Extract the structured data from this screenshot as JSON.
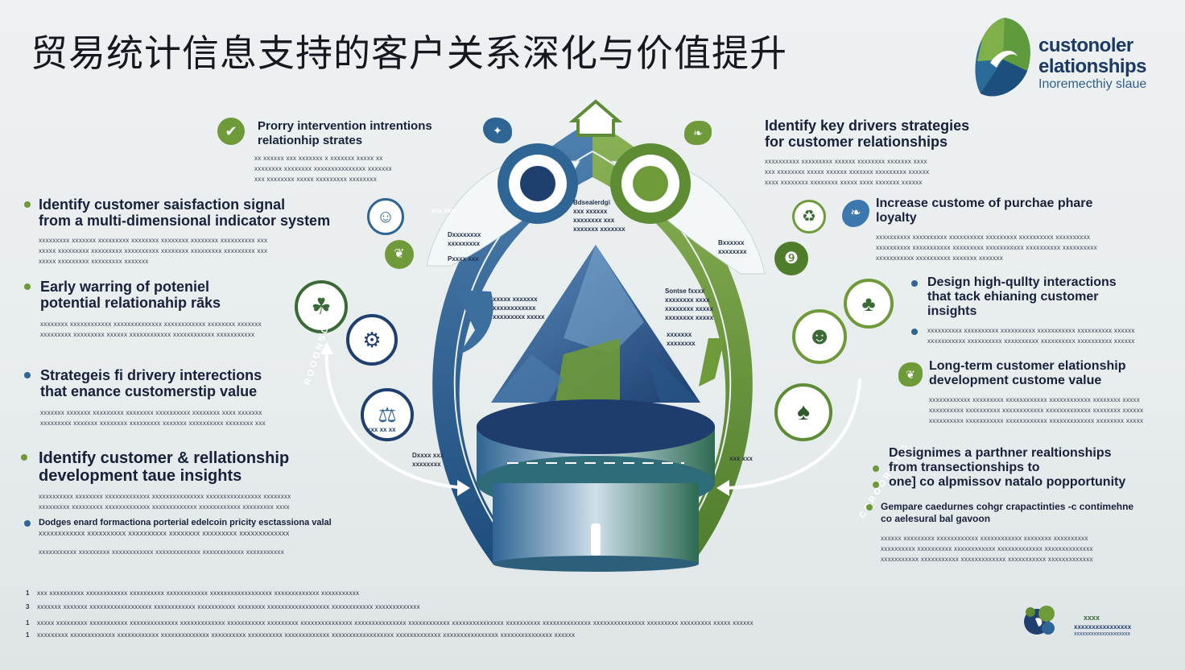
{
  "title": "贸易统计信息支持的客户关系深化与价值提升",
  "brand": {
    "name_line1": "custonoler",
    "name_line2": "elationships",
    "tagline": "Inoremecthiy slaue"
  },
  "top_left": {
    "heading_line1": "Prorry intervention intrentions",
    "heading_line2": "relationhip strates",
    "sub": [
      "xx xxxxxx xxx xxxxxxx x xxxxxxx xxxxx xx",
      "xxxxxxxx xxxxxxxx xxxxxxxxxxxxxxx xxxxxxx",
      "xxx xxxxxxxx xxxxx xxxxxxxxx xxxxxxxx"
    ]
  },
  "top_right": {
    "heading_line1": "Identify key drivers strategies",
    "heading_line2": "for customer relationships",
    "sub": [
      "xxxxxxxxxx xxxxxxxxx xxxxxx xxxxxxxx xxxxxxx xxxx",
      "xxx xxxxxxxx xxxxx xxxxxx xxxxxxx xxxxxxxxx xxxxxx",
      "xxxx xxxxxxxx xxxxxxxx xxxxx xxxx xxxxxxx xxxxxx"
    ]
  },
  "left_items": [
    {
      "line1": "Identify customer saisfaction signal",
      "line2": "from  a multi-dimensional indicator system",
      "sub": [
        "xxxxxxxxx xxxxxxx xxxxxxxxx xxxxxxxx xxxxxxxx xxxxxxxx xxxxxxxxxx xxx",
        "xxxxx xxxxxxxxx xxxxxxxxx xxxxxxxxxx xxxxxxxx xxxxxxxxx xxxxxxxxx xxx",
        "xxxxx xxxxxxxxx xxxxxxxxx xxxxxxx"
      ]
    },
    {
      "line1": "Early warring of poteniel",
      "line2": "potential relationahip rāks",
      "sub": [
        "xxxxxxxx xxxxxxxxxxxx xxxxxxxxxxxxxx xxxxxxxxxxxx xxxxxxxx xxxxxxx",
        "xxxxxxxxx xxxxxxxxx xxxxxx xxxxxxxxxxxx xxxxxxxxxxxx xxxxxxxxxxx"
      ]
    },
    {
      "line1": "Strategeis fi drivery interections",
      "line2": "that enance customerstip value",
      "sub": [
        "xxxxxxx xxxxxxx xxxxxxxxx xxxxxxxx xxxxxxxxxx xxxxxxxx xxxx xxxxxxx",
        "xxxxxxxxx xxxxxxx xxxxxxxx xxxxxxxxx xxxxxxx xxxxxxxxxx xxxxxxxx xxx"
      ]
    },
    {
      "line1": "Identify customer & rellationship",
      "line2": "development taue insights",
      "sub": [
        "xxxxxxxxxx xxxxxxxx xxxxxxxxxxxxx xxxxxxxxxxxxxxx xxxxxxxxxxxxxxxx xxxxxxxx",
        "xxxxxxxxx xxxxxxxxx xxxxxxxxxxxxx xxxxxxxxxxxxx xxxxxxxxxxxx xxxxxxxxx xxxx"
      ]
    },
    {
      "line1": "Dodges enard formactiona porterial edelcoin pricity esctassiona valal",
      "line2": "xxxxxxxxxxxx  xxxxxxxxxx xxxxxxxxxx xxxxxxxx xxxxxxxxx xxxxxxxxxxxxx",
      "sub": [
        "xxxxxxxxxxx xxxxxxxxx xxxxxxxxxxxx xxxxxxxxxxxxx xxxxxxxxxxxx xxxxxxxxxxx"
      ]
    }
  ],
  "right_items": [
    {
      "line1": "Increase custome of purchae phare",
      "line2": "loyalty",
      "sub": [
        "xxxxxxxxxx xxxxxxxxxx xxxxxxxxxx xxxxxxxxx xxxxxxxxxx xxxxxxxxxx",
        "xxxxxxxxxx xxxxxxxxxxx xxxxxxxxx xxxxxxxxxxx xxxxxxxxxx xxxxxxxxxx",
        "xxxxxxxxxxx xxxxxxxxxx xxxxxxx xxxxxxx"
      ]
    },
    {
      "line1": "Design high-qullty interactions",
      "line2": "that tack ehianing customer",
      "line3": "insights",
      "sub": [
        "xxxxxxxxxx xxxxxxxxxx xxxxxxxxxx xxxxxxxxxxx xxxxxxxxxx xxxxxx",
        "xxxxxxxxxxx xxxxxxxxxx xxxxxxxxxx xxxxxxxxxx xxxxxxxxxx xxxxxx"
      ]
    },
    {
      "line1": "Long-term customer elationship",
      "line2": "development custome value",
      "sub": [
        "xxxxxxxxxxxx xxxxxxxxx xxxxxxxxxxxx xxxxxxxxxxxx xxxxxxxx xxxxx",
        "xxxxxxxxxx xxxxxxxxxx xxxxxxxxxxxx xxxxxxxxxxxxx xxxxxxxx xxxxxx",
        "xxxxxxxxxx xxxxxxxxxxx xxxxxxxxxxxx xxxxxxxxxxxxx xxxxxxxx xxxxx"
      ]
    },
    {
      "line1": "Designimes a parthner realtionships",
      "line2": "from transectionships to",
      "line3": "one] co alpmissov natalo popportunity"
    },
    {
      "line1": "Gempare caedurnes cohgr crapactinties -c contimehne",
      "line2": "co aelesural bal gavoon",
      "sub": [
        "xxxxxx xxxxxxxxx xxxxxxxxxxxx xxxxxxxxxxxx xxxxxxxx xxxxxxxxxx",
        "xxxxxxxxxx xxxxxxxxxx xxxxxxxxxxxx xxxxxxxxxxxxx xxxxxxxxxxxxxx",
        "xxxxxxxxxxx xxxxxxxxxxx xxxxxxxxxxxxx xxxxxxxxxxx xxxxxxxxxxxxx"
      ]
    }
  ],
  "inner_labels": {
    "a": [
      "Bdsealerdgi",
      "xxx xxxxxx",
      "xxxxxxxx xxx",
      "xxxxxxx xxxxxxx"
    ],
    "b": [
      "Sontse fxxxx",
      "xxxxxxxx xxxx",
      "xxxxxxxx xxxxx",
      "xxxxxxxx xxxxx"
    ],
    "c": [
      "xxxxx xxxxxxx",
      "xxxxxxxxxxxx",
      "xxxxxxxxx xxxxx"
    ],
    "d": [
      "Dxxxxxxxx",
      "xxxxxxxxx"
    ],
    "e": [
      "xxxxxxx",
      "xxxxxxxx"
    ],
    "f": [
      "Bxxxxxx",
      "xxxxxxxx"
    ],
    "g": [
      "Dxxxx xxx",
      "xxxxxxxx"
    ],
    "h": [
      "Pxxxx xxx"
    ],
    "ring_left": "R O O O N S O S",
    "ring_right": "C O R O O R I O N O",
    "ring_badge": "xxx xxx",
    "icon_label1": "xxx xxx",
    "icon_label2": "xxx xx xx"
  },
  "footer": [
    {
      "num": "1",
      "text": "xxx xxxxxxxxxx xxxxxxxxxxxx xxxxxxxxxx xxxxxxxxxxxx xxxxxxxxxxxxxxxxxx xxxxxxxxxxxxx xxxxxxxxxxx"
    },
    {
      "num": "3",
      "text": "xxxxxxx xxxxxxx xxxxxxxxxxxxxxxxxx xxxxxxxxxxxx xxxxxxxxxxx xxxxxxxx xxxxxxxxxxxxxxxxxx xxxxxxxxxxxx xxxxxxxxxxxxx"
    },
    {
      "num": "1",
      "text": "xxxxx xxxxxxxxx xxxxxxxxxxx xxxxxxxxxxxxxx xxxxxxxxxxxxx xxxxxxxxxxx xxxxxxxxx xxxxxxxxxxxxxxx xxxxxxxxxxxxxxx xxxxxxxxxxxx xxxxxxxxxxxxxxx xxxxxxxxxx xxxxxxxxxxxxxx xxxxxxxxxxxxxxx xxxxxxxxx xxxxxxxxx xxxxx xxxxxx"
    },
    {
      "num": "1",
      "text": "xxxxxxxxx xxxxxxxxxxxxx xxxxxxxxxxxx xxxxxxxxxxxxxx xxxxxxxxxx xxxxxxxxxx xxxxxxxxxxxxx xxxxxxxxxxxxxxxxxx xxxxxxxxxxxxx xxxxxxxxxxxxxxxx xxxxxxxxxxxxxxx xxxxxx"
    }
  ],
  "footer_logo": {
    "line1": "xxxx",
    "line2": "xxxxxxxxxxxxxxxx",
    "line3": "xxxxxxxxxxxxxxxxxxxx"
  },
  "colors": {
    "navy": "#1f3f6e",
    "blue": "#3c6f9e",
    "green": "#6e9a3a",
    "light_green": "#9cbc5d",
    "ring_blue": "#2f6594"
  }
}
